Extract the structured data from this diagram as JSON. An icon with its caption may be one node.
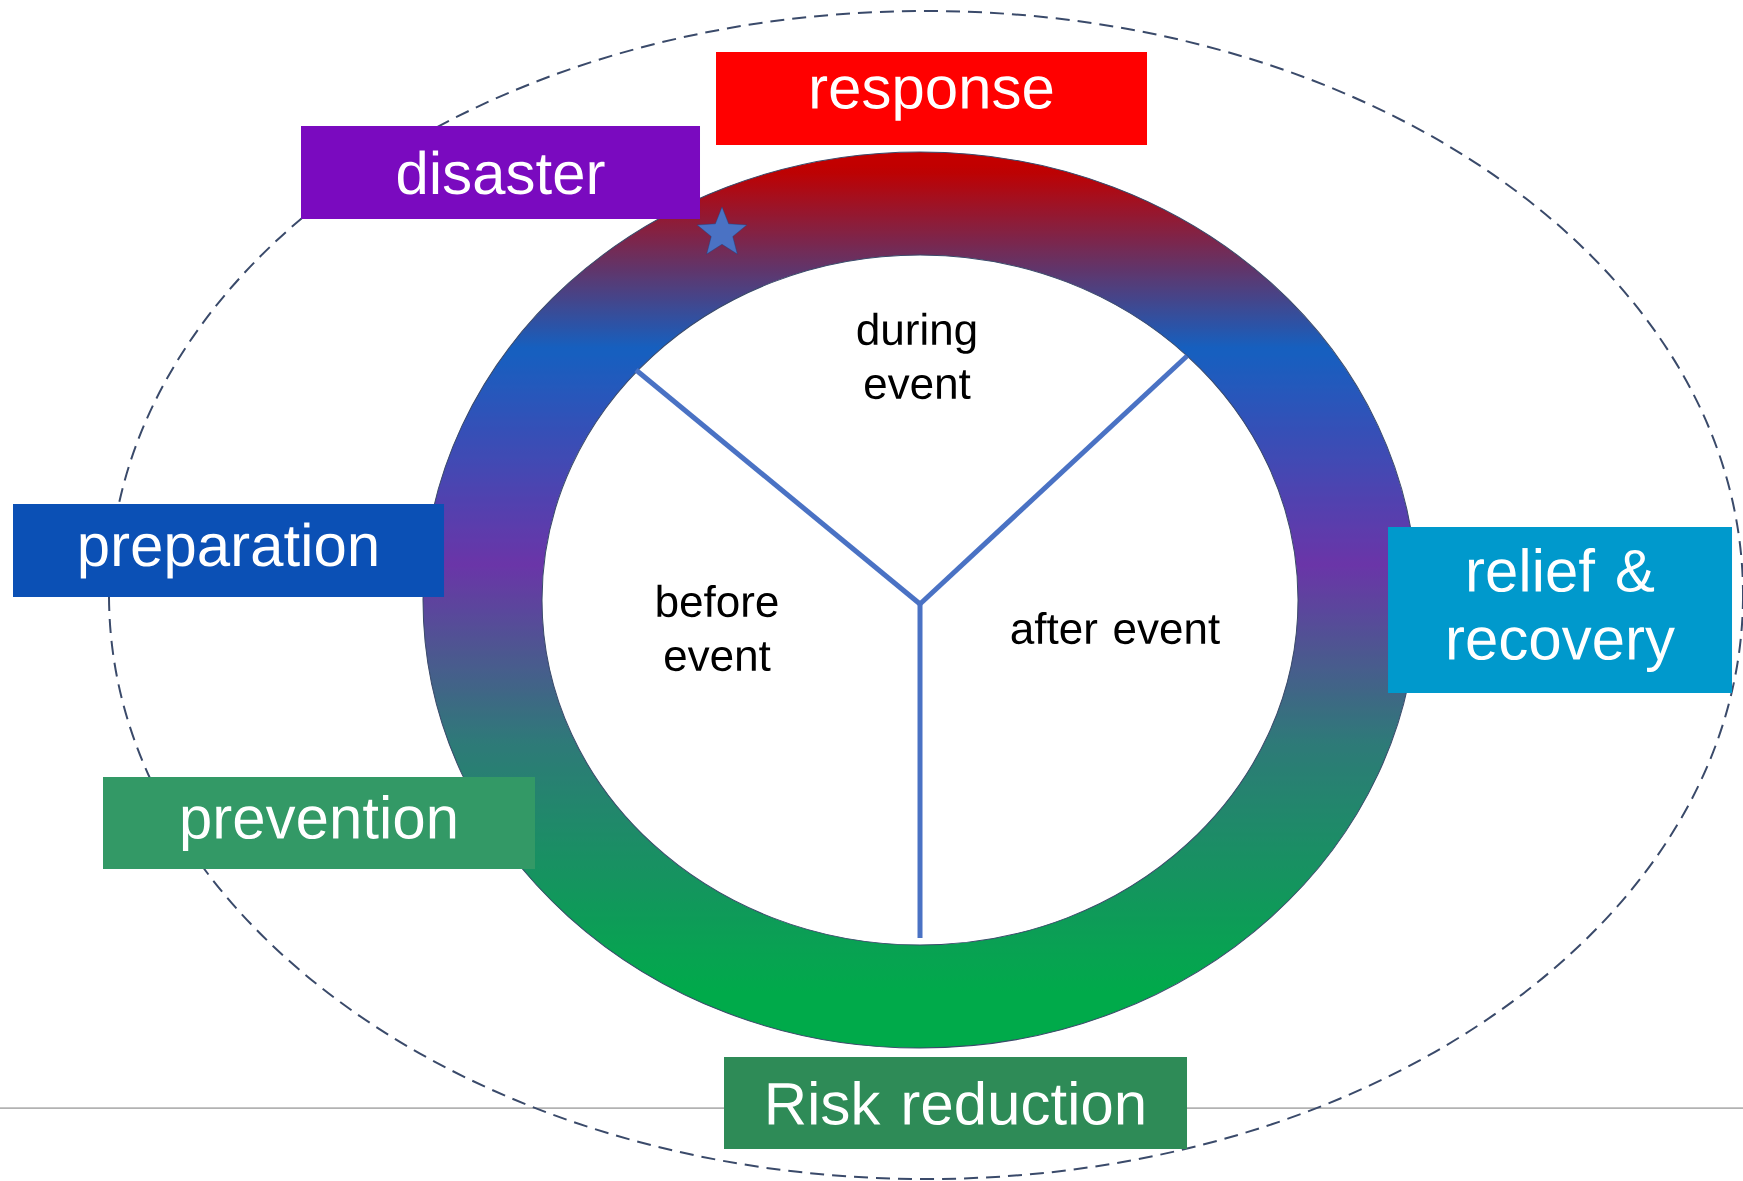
{
  "diagram": {
    "nodes": [
      {
        "text": [
          "response"
        ]
      },
      {
        "text": [
          "disaster"
        ]
      },
      {
        "text": [
          "preparation"
        ]
      },
      {
        "text": [
          "relief & recovery"
        ]
      },
      {
        "text": [
          "prevention"
        ]
      },
      {
        "text": [
          "Risk reduction"
        ]
      }
    ],
    "labels": [
      "during event",
      "before event",
      "after event"
    ]
  }
}
